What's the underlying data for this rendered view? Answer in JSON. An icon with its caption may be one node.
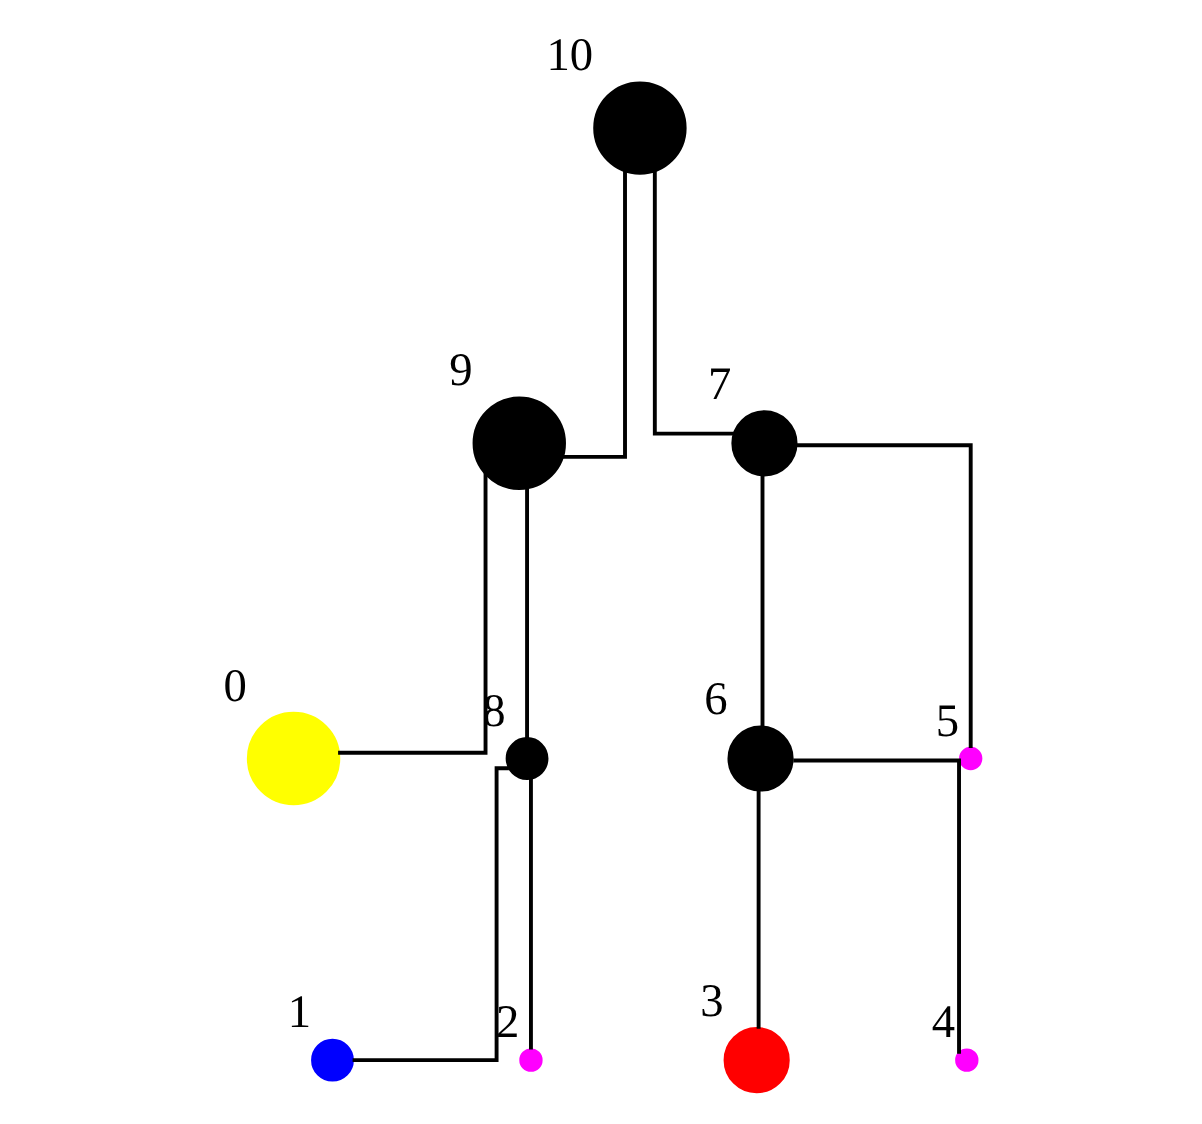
{
  "diagram": {
    "nodes": [
      {
        "text": [],
        "shape": "circle",
        "beside": [
          "10"
        ]
      },
      {
        "text": [],
        "shape": "circle",
        "beside": [
          "9"
        ]
      },
      {
        "text": [],
        "shape": "circle",
        "beside": [
          "7"
        ]
      },
      {
        "text": [],
        "shape": "circle",
        "beside": [
          "6"
        ]
      },
      {
        "text": [],
        "shape": "circle",
        "beside": [
          "5"
        ]
      },
      {
        "text": [],
        "shape": "circle",
        "beside": [
          "3"
        ]
      },
      {
        "text": [],
        "shape": "circle",
        "beside": [
          "4"
        ]
      },
      {
        "text": [],
        "shape": "circle",
        "beside": [
          "0"
        ]
      },
      {
        "text": [],
        "shape": "circle",
        "beside": [
          "8"
        ]
      },
      {
        "text": [],
        "shape": "circle",
        "beside": [
          "1"
        ]
      },
      {
        "text": [],
        "shape": "circle",
        "beside": [
          "2"
        ]
      }
    ],
    "edges": [
      {
        "from": 0,
        "to": 1,
        "arrow": "none"
      },
      {
        "from": 0,
        "to": 2,
        "arrow": "none"
      },
      {
        "from": 1,
        "to": 7,
        "arrow": "none"
      },
      {
        "from": 1,
        "to": 8,
        "arrow": "none"
      },
      {
        "from": 8,
        "to": 9,
        "arrow": "none"
      },
      {
        "from": 8,
        "to": 10,
        "arrow": "none"
      },
      {
        "from": 2,
        "to": 3,
        "arrow": "none"
      },
      {
        "from": 2,
        "to": 4,
        "arrow": "none"
      },
      {
        "from": 3,
        "to": 5,
        "arrow": "none"
      },
      {
        "from": 3,
        "to": 6,
        "arrow": "none"
      }
    ]
  }
}
